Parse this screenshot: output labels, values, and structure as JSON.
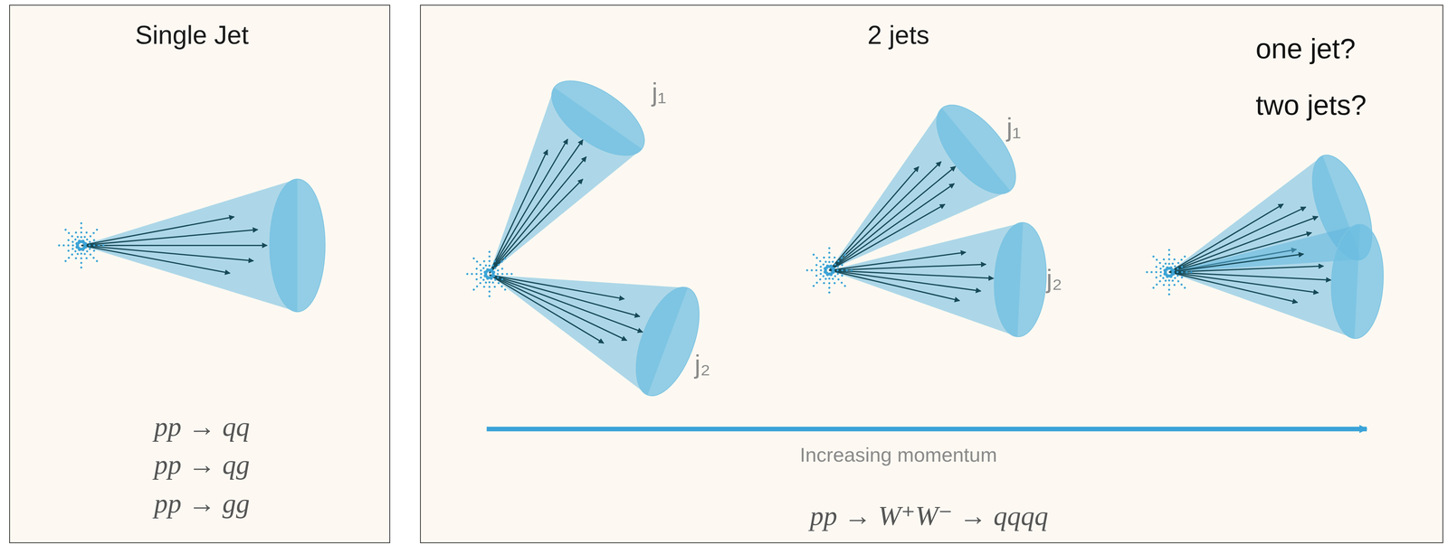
{
  "diagram": {
    "nodes": [
      {
        "text": [
          "Single Jet",
          "pp → qq",
          "pp → qg",
          "pp → gg"
        ]
      },
      {
        "text": [
          "2 jets",
          "one jet?",
          "two jets?",
          "Increasing momentum",
          "pp → W⁺W⁻ → qqqq"
        ]
      }
    ],
    "labels": [
      "j₁",
      "j₂",
      "j₁",
      "j₂"
    ]
  }
}
